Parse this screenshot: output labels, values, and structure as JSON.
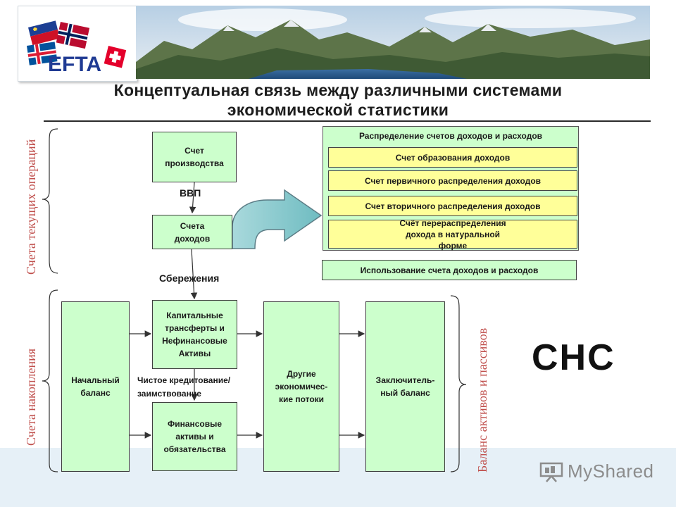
{
  "slide": {
    "title_line1": "Концептуальная связь между различными системами",
    "title_line2": "экономической статистики",
    "logo_text": "EFTA",
    "snc_label": "СНС",
    "watermark": "MyShared"
  },
  "side_labels": {
    "current_accounts": "Счета текущих операций",
    "accumulation_accounts": "Счета накопления",
    "balance_sheets": "Баланс активов и пассивов"
  },
  "boxes": {
    "production": "Счет производства",
    "income": "Счета доходов",
    "capital": "Капитальные трансферты и Нефинансовые Активы",
    "financial": "Финансовые активы и обязательства",
    "opening": "Начальный баланс",
    "other_flows": "Другие экономичес-кие потоки",
    "closing": "Заключитель-ный баланс"
  },
  "flow_labels": {
    "gdp": "ВВП",
    "savings": "Сбережения",
    "net_lending": "Чистое кредитование/ заимствование"
  },
  "income_panel": {
    "header": "Распределение счетов доходов и расходов",
    "items": [
      "Счет образования доходов",
      "Счет первичного распределения доходов",
      "Счет вторичного распределения доходов",
      "Счёт перераспределения дохода в натуральной форме"
    ],
    "use_account": "Использование счета доходов и расходов"
  },
  "colors": {
    "box_fill": "#ccffcc",
    "panel_fill": "#ffff99",
    "side_label": "#c0504d",
    "arrow_fill": "#7fc6c9"
  }
}
